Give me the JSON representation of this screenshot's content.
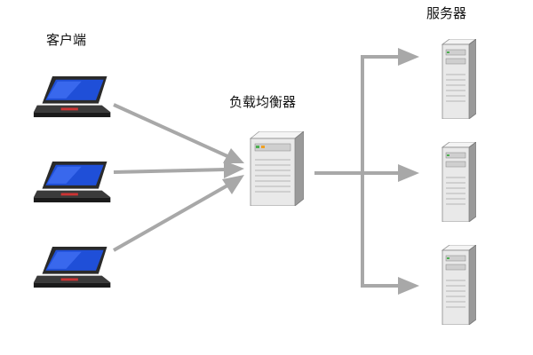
{
  "labels": {
    "clients": "客户端",
    "load_balancer": "负载均衡器",
    "servers": "服务器"
  },
  "icons": {
    "client": "laptop-icon",
    "load_balancer": "server-tower-icon",
    "server": "server-tower-icon"
  },
  "colors": {
    "arrow": "#a8a8a8",
    "laptop_screen": "#1f4fd8",
    "server_body": "#e9e9e9"
  }
}
